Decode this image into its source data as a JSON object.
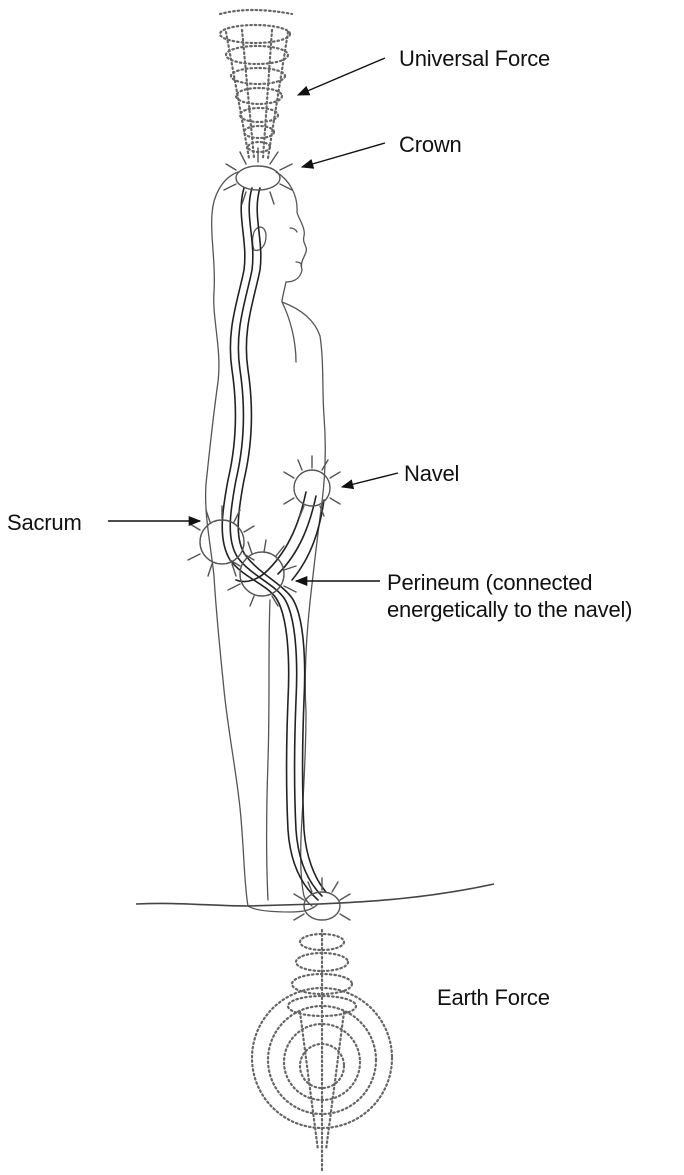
{
  "labels": {
    "universal_force": "Universal Force",
    "crown": "Crown",
    "navel": "Navel",
    "sacrum": "Sacrum",
    "perineum_line1": "Perineum (connected",
    "perineum_line2": "energetically to the navel)",
    "earth_force": "Earth Force"
  },
  "colors": {
    "ink": "#111111",
    "sketch": "#555555",
    "dots": "#666666",
    "background": "#ffffff"
  }
}
